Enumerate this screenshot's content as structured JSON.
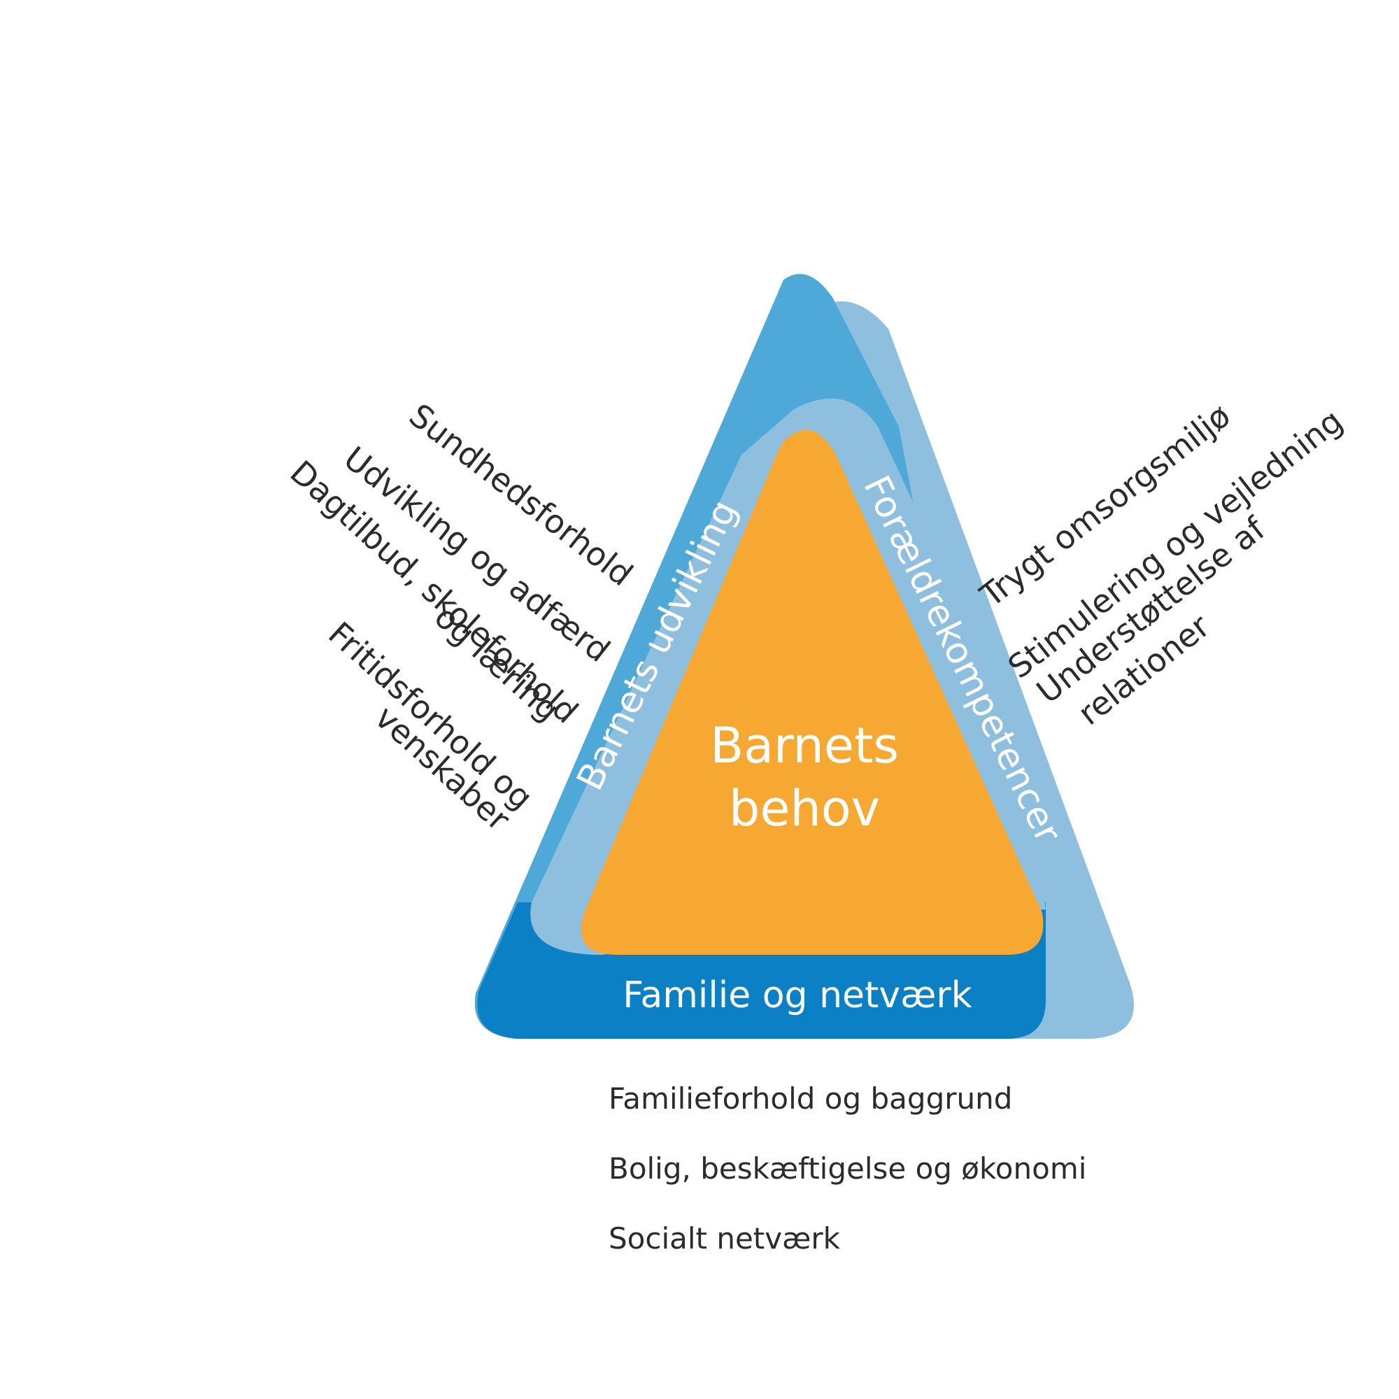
{
  "diagram": {
    "center": {
      "line1": "Barnets",
      "line2": "behov"
    },
    "bands": {
      "left": "Barnets udvikling",
      "right": "Forældrekompetencer",
      "bottom": "Familie og netværk"
    },
    "left_items": [
      "Sundhedsforhold",
      "Udvikling og adfærd",
      "Dagtilbud, skoleforhold",
      "og læring",
      "Fritidsforhold og",
      "venskaber"
    ],
    "right_items": [
      "Trygt omsorgsmiljø",
      "Stimulering og vejledning",
      "Understøttelse af",
      "relationer"
    ],
    "bottom_items": [
      "Familieforhold og baggrund",
      "Bolig, beskæftigelse og økonomi",
      "Socialt netværk"
    ],
    "colors": {
      "outer_blue": "#4FA9D8",
      "light_blue": "#8FBFDF",
      "dark_blue": "#0B80C4",
      "orange": "#F7A833",
      "text": "#2b2b2b"
    }
  }
}
